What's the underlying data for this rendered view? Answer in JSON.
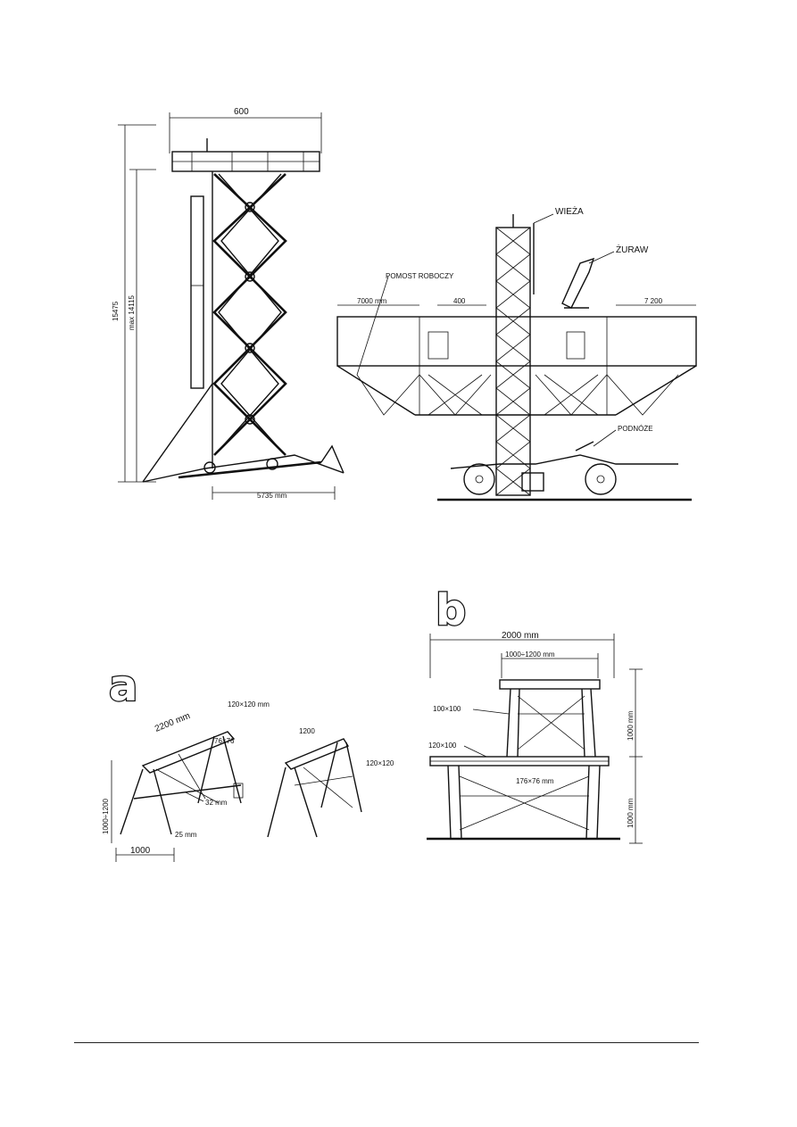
{
  "figure_top": {
    "scissor_lift": {
      "dim_top": "600",
      "dim_height": "15475",
      "dim_height_max": "max 14115",
      "dim_base": "5735 mm"
    },
    "tower_platform": {
      "label_tower": "WIEŻA",
      "label_boom": "ŻURAW",
      "label_aux_platform": "POMOST ROBOCZY",
      "label_base": "PODNÓŻE",
      "dim_left": "7000 mm",
      "dim_mid": "400",
      "dim_right": "7 200"
    }
  },
  "figure_a": {
    "letter": "a",
    "dim_length": "2200 mm",
    "dim_beam": "120×120 mm",
    "dim_brace": "76×76",
    "dim_length_2": "1200",
    "dim_beam_2": "120×120",
    "dim_strut": "32 mm",
    "dim_leg": "25 mm",
    "dim_height": "1000÷1200",
    "dim_base": "1000"
  },
  "figure_b": {
    "letter": "b",
    "dim_width": "2000 mm",
    "dim_top_width": "1000÷1200 mm",
    "dim_post_top": "100×100",
    "dim_beam": "120×100",
    "dim_brace": "176×76 mm",
    "dim_height_top": "1000 mm",
    "dim_height_bottom": "1000 mm"
  }
}
